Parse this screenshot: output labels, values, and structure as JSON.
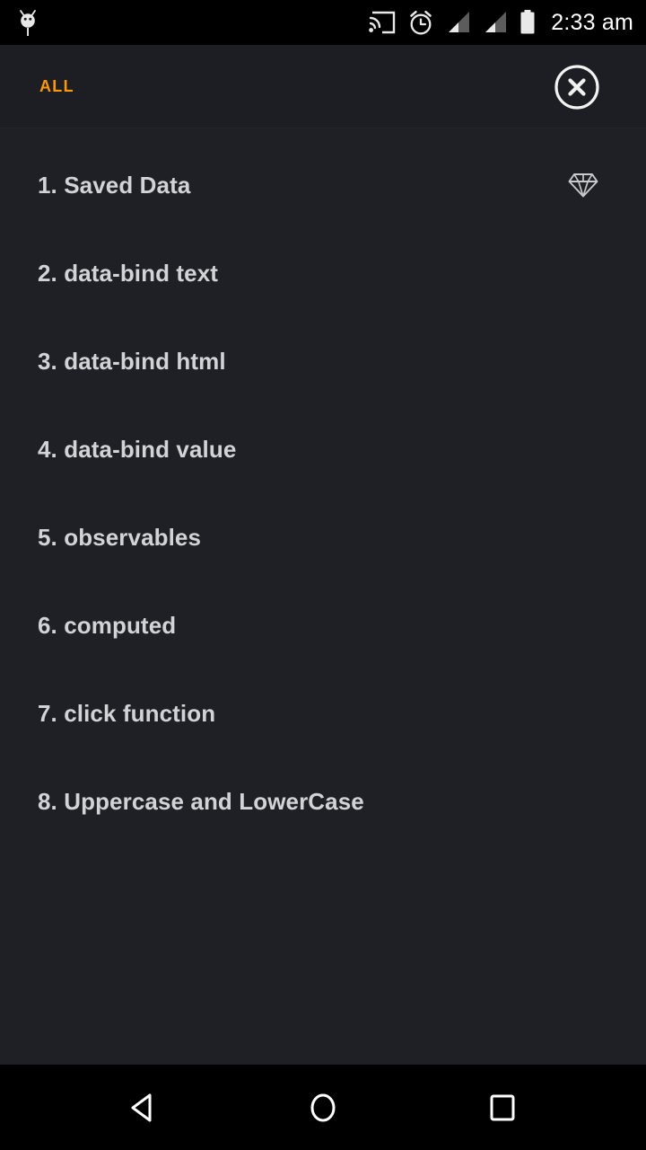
{
  "statusbar": {
    "notification_icon": "android-bugdroid-icon",
    "icons": [
      "cast-icon",
      "alarm-icon",
      "signal-icon",
      "signal-icon",
      "battery-icon"
    ],
    "time": "2:33 am"
  },
  "header": {
    "tab_label": "ALL",
    "close_icon": "close-circle-icon",
    "accent_color": "#ff9800",
    "background_color": "#1c1e24"
  },
  "content": {
    "background_color": "#1e2025",
    "text_color": "#d2d3d6",
    "items": [
      {
        "label": "1. Saved Data",
        "icon": "diamond-icon"
      },
      {
        "label": "2. data-bind text",
        "icon": null
      },
      {
        "label": "3. data-bind html",
        "icon": null
      },
      {
        "label": "4. data-bind value",
        "icon": null
      },
      {
        "label": "5. observables",
        "icon": null
      },
      {
        "label": "6. computed",
        "icon": null
      },
      {
        "label": "7. click function",
        "icon": null
      },
      {
        "label": "8. Uppercase and LowerCase",
        "icon": null
      }
    ]
  },
  "navbar": {
    "back_icon": "back-triangle-icon",
    "home_icon": "home-circle-icon",
    "recents_icon": "recents-square-icon"
  }
}
